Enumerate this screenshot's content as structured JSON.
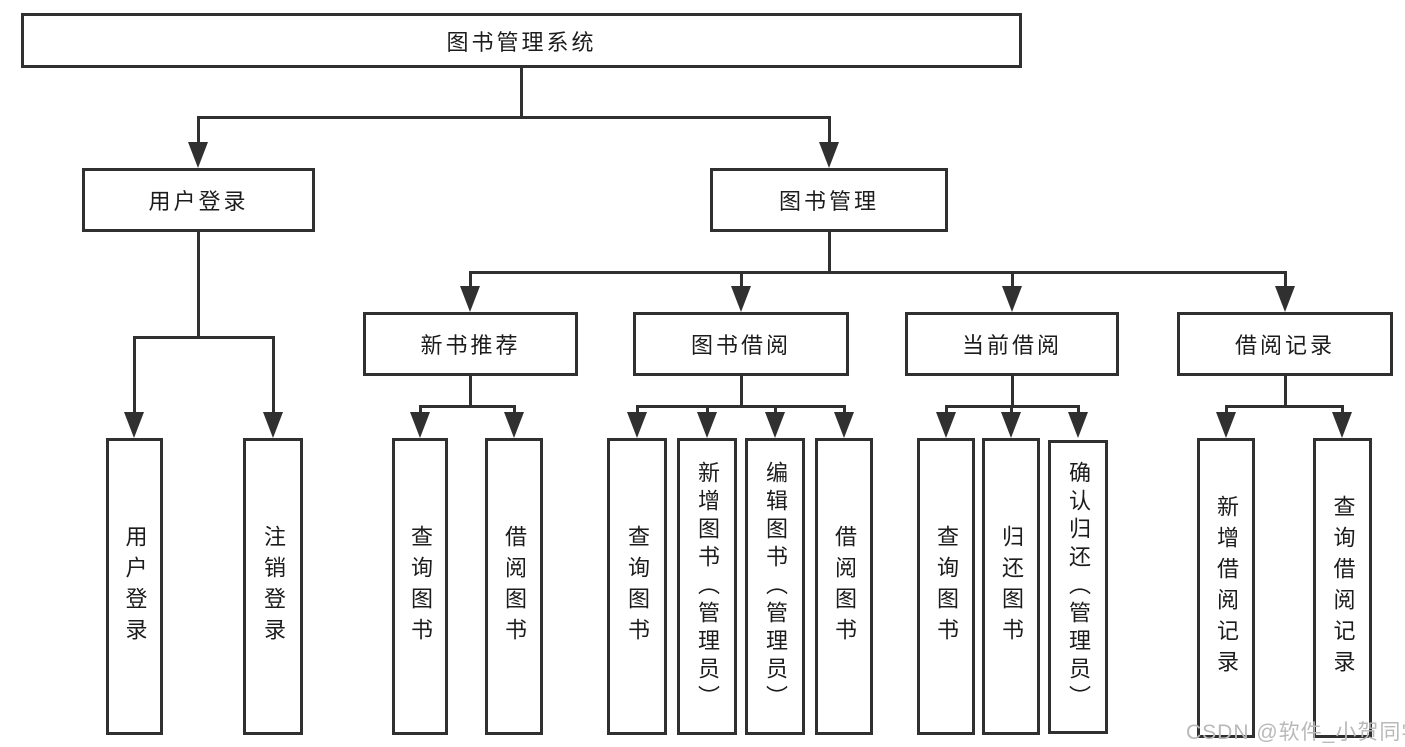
{
  "tree": {
    "root": {
      "label": "图书管理系统",
      "children": [
        {
          "label": "用户登录",
          "children": [
            {
              "label": "用户登录"
            },
            {
              "label": "注销登录"
            }
          ]
        },
        {
          "label": "图书管理",
          "children": [
            {
              "label": "新书推荐",
              "children": [
                {
                  "label": "查询图书"
                },
                {
                  "label": "借阅图书"
                }
              ]
            },
            {
              "label": "图书借阅",
              "children": [
                {
                  "label": "查询图书"
                },
                {
                  "label": "新增图书（管理员）"
                },
                {
                  "label": "编辑图书（管理员）"
                },
                {
                  "label": "借阅图书"
                }
              ]
            },
            {
              "label": "当前借阅",
              "children": [
                {
                  "label": "查询图书"
                },
                {
                  "label": "归还图书"
                },
                {
                  "label": "确认归还（管理员）"
                }
              ]
            },
            {
              "label": "借阅记录",
              "children": [
                {
                  "label": "新增借阅记录"
                },
                {
                  "label": "查询借阅记录"
                }
              ]
            }
          ]
        }
      ]
    }
  },
  "watermark": {
    "text": "CSDN @软件_小贺同学"
  },
  "colors": {
    "line": "#303030",
    "text": "#1c1c1c",
    "watermark": "#b9b9b9",
    "background": "#ffffff"
  }
}
